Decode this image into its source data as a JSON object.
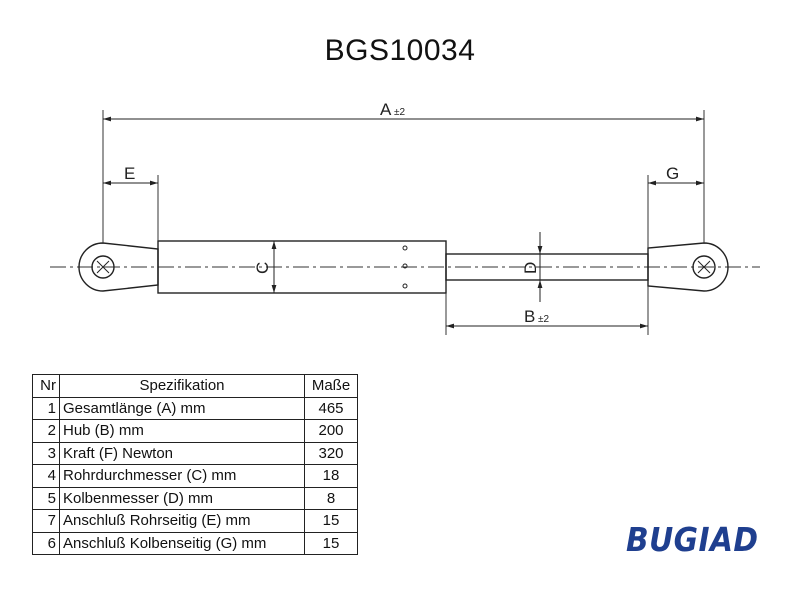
{
  "part_number": "BGS10034",
  "dimension_labels": {
    "A": "A",
    "A_tol": "±2",
    "B": "B",
    "B_tol": "±2",
    "C": "C",
    "D": "D",
    "E": "E",
    "G": "G"
  },
  "table": {
    "headers": {
      "nr": "Nr",
      "spec": "Spezifikation",
      "value": "Maße"
    },
    "rows": [
      {
        "nr": "1",
        "spec": "Gesamtlänge (A) mm",
        "value": "465"
      },
      {
        "nr": "2",
        "spec": "Hub (B)  mm",
        "value": "200"
      },
      {
        "nr": "3",
        "spec": "Kraft (F) Newton",
        "value": "320"
      },
      {
        "nr": "4",
        "spec": "Rohrdurchmesser (C) mm",
        "value": "18"
      },
      {
        "nr": "5",
        "spec": "Kolbenmesser (D) mm",
        "value": "8"
      },
      {
        "nr": "7",
        "spec": "Anschluß Rohrseitig (E) mm",
        "value": "15"
      },
      {
        "nr": "6",
        "spec": "Anschluß Kolbenseitig (G) mm",
        "value": "15"
      }
    ]
  },
  "logo": {
    "text": "BUGIAD",
    "color": "#1f3f8f"
  }
}
